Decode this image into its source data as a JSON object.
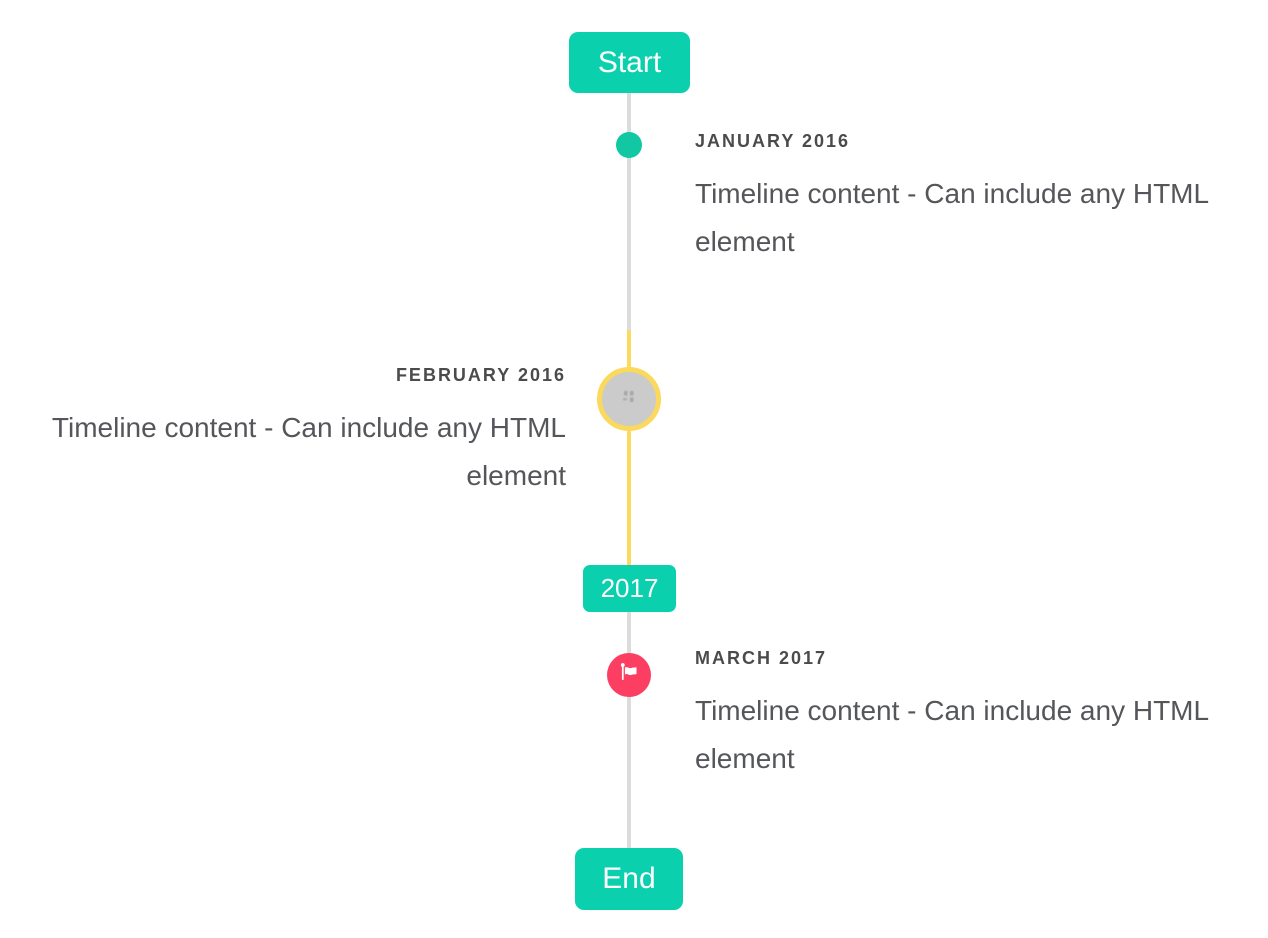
{
  "timeline": {
    "start_badge": "Start",
    "year_badge": "2017",
    "end_badge": "End",
    "colors": {
      "badge_teal": "#0bd0ae",
      "dot_teal": "#12c8a2",
      "flag_red": "#fc3e63",
      "highlight_yellow": "#fcd95f",
      "line_gray": "#dcdcdc",
      "image_circle_gray": "#cbcbcb",
      "title_text": "#4b4b4b",
      "body_text": "#54565a"
    },
    "items": [
      {
        "title": "JANUARY 2016",
        "body": "Timeline content - Can include any HTML element",
        "side": "right",
        "marker": "teal-dot"
      },
      {
        "title": "FEBRUARY 2016",
        "body": "Timeline content - Can include any HTML element",
        "side": "left",
        "marker": "image-circle-yellow-ring"
      },
      {
        "title": "MARCH 2017",
        "body": "Timeline content - Can include any HTML element",
        "side": "right",
        "marker": "red-flag-circle"
      }
    ]
  }
}
